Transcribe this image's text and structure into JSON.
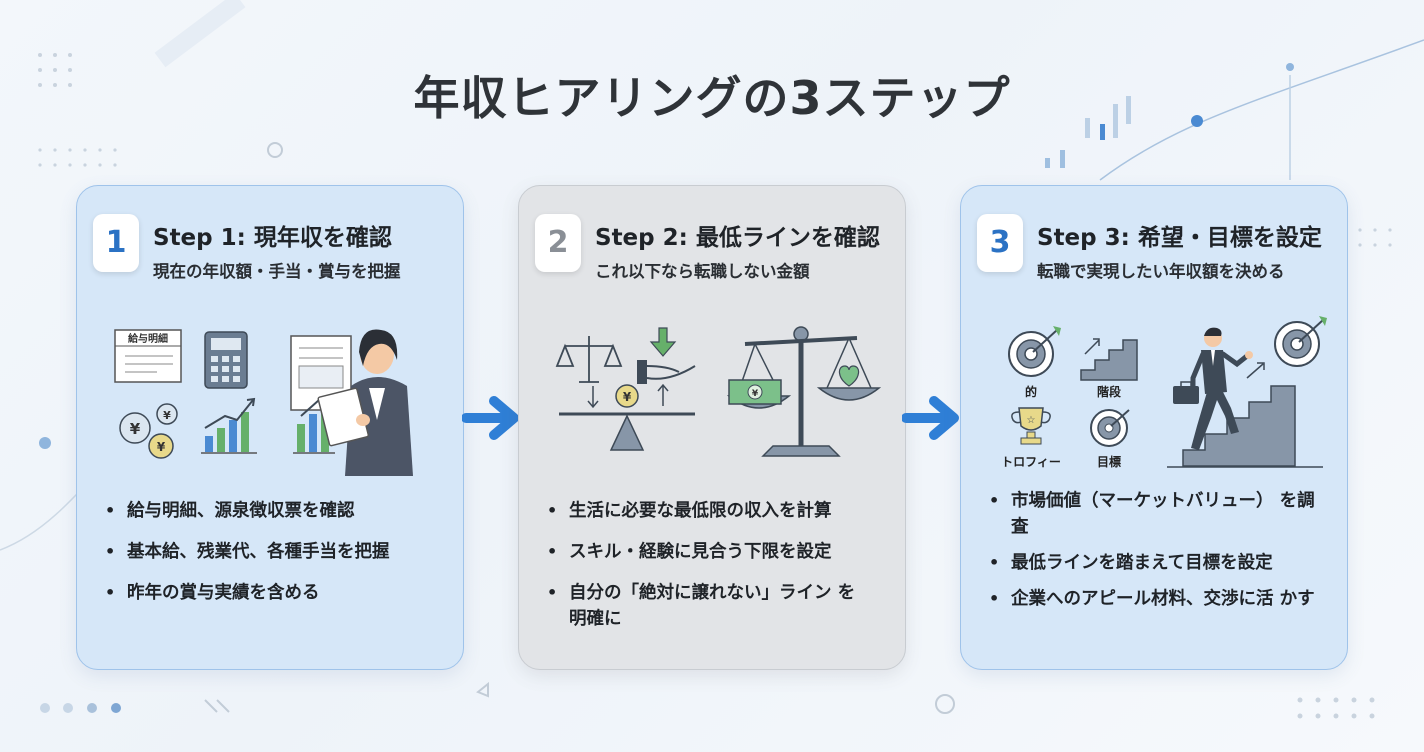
{
  "title": "年収ヒアリングの3ステップ",
  "steps": [
    {
      "number": "1",
      "title": "Step 1: 現年収を確認",
      "subtitle": "現在の年収額・手当・賞与を把握",
      "payslip_label": "給与明細",
      "bullets": [
        "給与明細、源泉徴収票を確認",
        "基本給、残業代、各種手当を把握",
        "昨年の賞与実績を含める"
      ]
    },
    {
      "number": "2",
      "title": "Step 2: 最低ラインを確認",
      "subtitle": "これ以下なら転職しない金額",
      "bullets": [
        "生活に必要な最低限の収入を計算",
        "スキル・経験に見合う下限を設定",
        "自分の「絶対に譲れない」ライン を明確に"
      ]
    },
    {
      "number": "3",
      "title": "Step 3: 希望・目標を設定",
      "subtitle": "転職で実現したい年収額を決める",
      "icon_labels": {
        "target": "的",
        "stairs": "階段",
        "trophy": "トロフィー",
        "goal": "目標"
      },
      "bullets": [
        "市場価値（マーケットバリュー） を調査",
        "最低ラインを踏まえて目標を設定",
        "企業へのアピール材料、交渉に活 かす"
      ]
    }
  ],
  "colors": {
    "accent": "#2b72c4",
    "card_blue": "#d6e7f8",
    "card_gray": "#e2e4e7",
    "arrow": "#2f7fd6",
    "title": "#2f3338"
  },
  "icons": [
    "payslip-icon",
    "calculator-icon",
    "yen-coins-icon",
    "bar-chart-icon",
    "woman-with-document-icon",
    "balance-scale-icon",
    "hand-receiving-money-icon",
    "seesaw-yen-icon",
    "scale-money-heart-icon",
    "target-icon",
    "stairs-icon",
    "trophy-icon",
    "businessman-climbing-stairs-icon",
    "right-arrow-icon"
  ]
}
